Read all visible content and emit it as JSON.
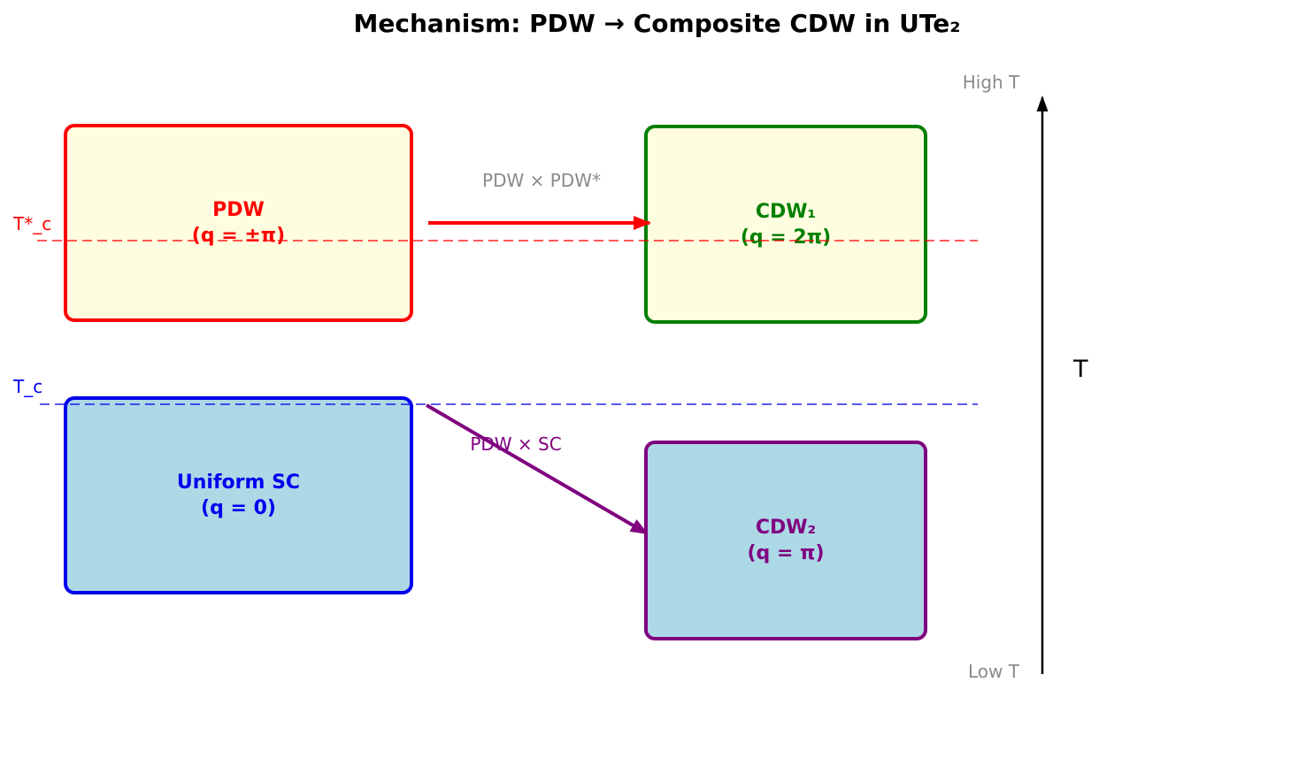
{
  "title": "Mechanism: PDW → Composite CDW in UTe₂",
  "boxes": {
    "pdw": {
      "line1": "PDW",
      "line2": "(q = ±π)"
    },
    "cdw1": {
      "line1": "CDW₁",
      "line2": "(q = 2π)"
    },
    "sc": {
      "line1": "Uniform SC",
      "line2": "(q = 0)"
    },
    "cdw2": {
      "line1": "CDW₂",
      "line2": "(q = π)"
    }
  },
  "arrows": {
    "pdw_to_cdw1": {
      "label": "PDW × PDW*"
    },
    "sc_to_cdw2": {
      "label": "PDW × SC"
    }
  },
  "transition_lines": {
    "t_star_c": {
      "label": "T*_c"
    },
    "t_c": {
      "label": "T_c"
    }
  },
  "temperature_axis": {
    "high": "High T",
    "low": "Low T",
    "label": "T"
  },
  "colors": {
    "red": "#ff0000",
    "green": "#008000",
    "blue": "#0000ee",
    "purple": "#800080",
    "light_yellow": "#fffde0",
    "light_blue": "#add8e6",
    "gray": "#8a8a8a",
    "black": "#000000"
  }
}
